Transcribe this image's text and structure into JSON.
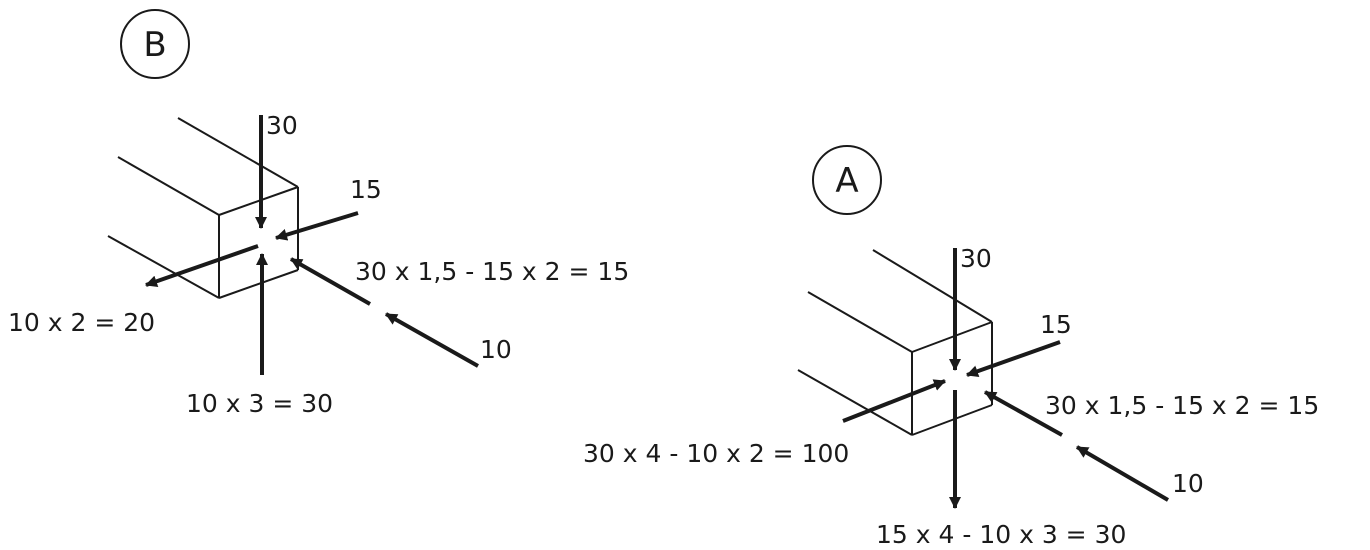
{
  "diagram_b": {
    "badge": "B",
    "force_top": "30",
    "force_right": "15",
    "force_diag_in": "10",
    "result_right": "30 x 1,5 - 15 x 2 = 15",
    "result_left": "10 x 2 = 20",
    "result_bottom": "10 x 3 = 30"
  },
  "diagram_a": {
    "badge": "A",
    "force_top": "30",
    "force_right": "15",
    "force_diag_in": "10",
    "result_right": "30 x 1,5 - 15 x 2 = 15",
    "result_left": "30 x 4 - 10 x 2 = 100",
    "result_bottom": "15 x 4 - 10 x 3 = 30"
  },
  "colors": {
    "stroke": "#1a1a1a",
    "background": "#ffffff"
  }
}
